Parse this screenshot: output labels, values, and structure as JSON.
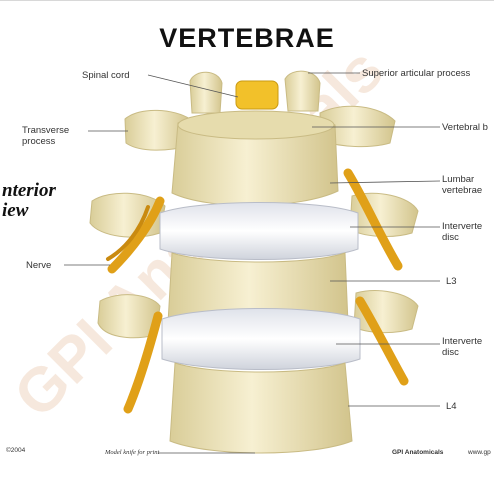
{
  "title": "VERTEBRAE",
  "view_label": "nterior\niew",
  "watermark": "GPI Anatomicals",
  "labels": {
    "spinal_cord": "Spinal cord",
    "superior_articular": "Superior articular process",
    "transverse": "Transverse\nprocess",
    "vertebral_body": "Vertebral b",
    "lumbar": "Lumbar\nvertebrae",
    "intervertebral_1": "Interverte\ndisc",
    "nerve": "Nerve",
    "l3": "L3",
    "intervertebral_2": "Interverte\ndisc",
    "l4": "L4"
  },
  "footer": {
    "copyright": "©2004",
    "scale_note": "Model knife for print",
    "brand": "GPI Anatomicals",
    "extra": "www.gp"
  },
  "colors": {
    "bone": "#f3ebc7",
    "bone_shade": "#dccf9b",
    "disc": "#eef0f4",
    "nerve": "#e0a018",
    "cord": "#f2c12a",
    "watermark": "#e8c9b0"
  }
}
